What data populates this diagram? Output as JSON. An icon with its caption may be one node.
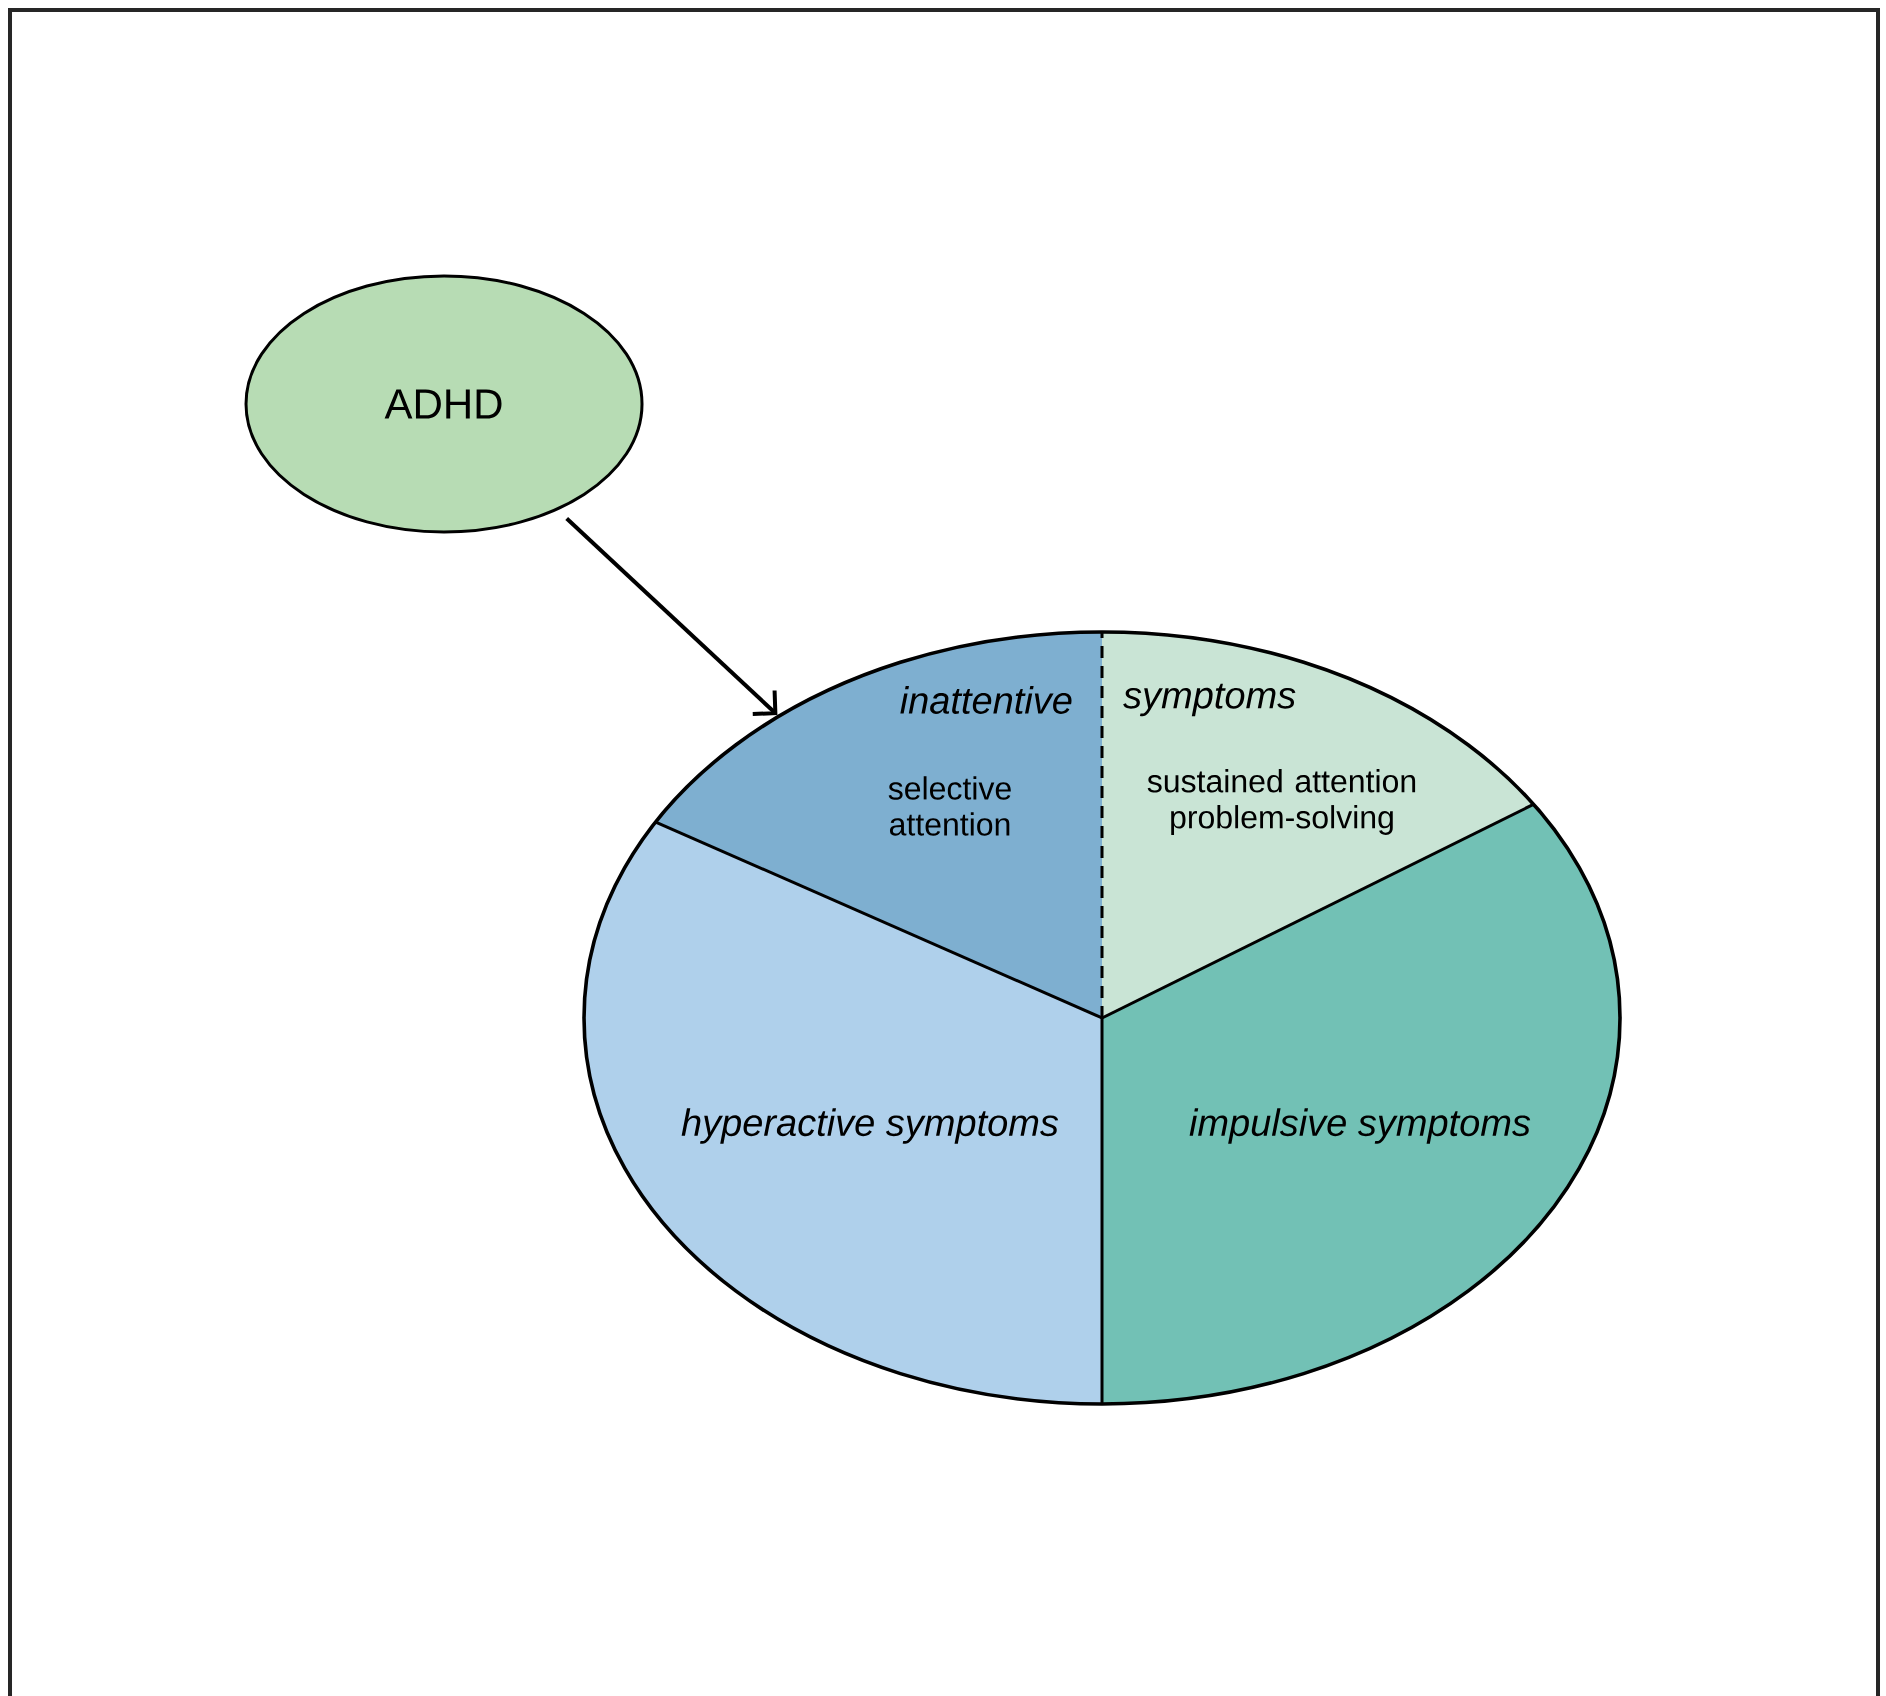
{
  "diagram": {
    "nodes": [
      {
        "text": [
          "ADHD"
        ]
      },
      {
        "text": [],
        "shape": "ellipse"
      },
      {
        "text": [
          "inattentive",
          "selective attention"
        ],
        "in": 1
      },
      {
        "text": [
          "symptoms",
          "sustained attention problem-solving"
        ],
        "in": 1
      },
      {
        "text": [
          "hyperactive symptoms"
        ],
        "in": 1
      },
      {
        "text": [
          "impulsive symptoms"
        ],
        "in": 1
      }
    ],
    "edges": [
      {
        "from": 0,
        "to": 1,
        "arrow": "to"
      }
    ]
  }
}
